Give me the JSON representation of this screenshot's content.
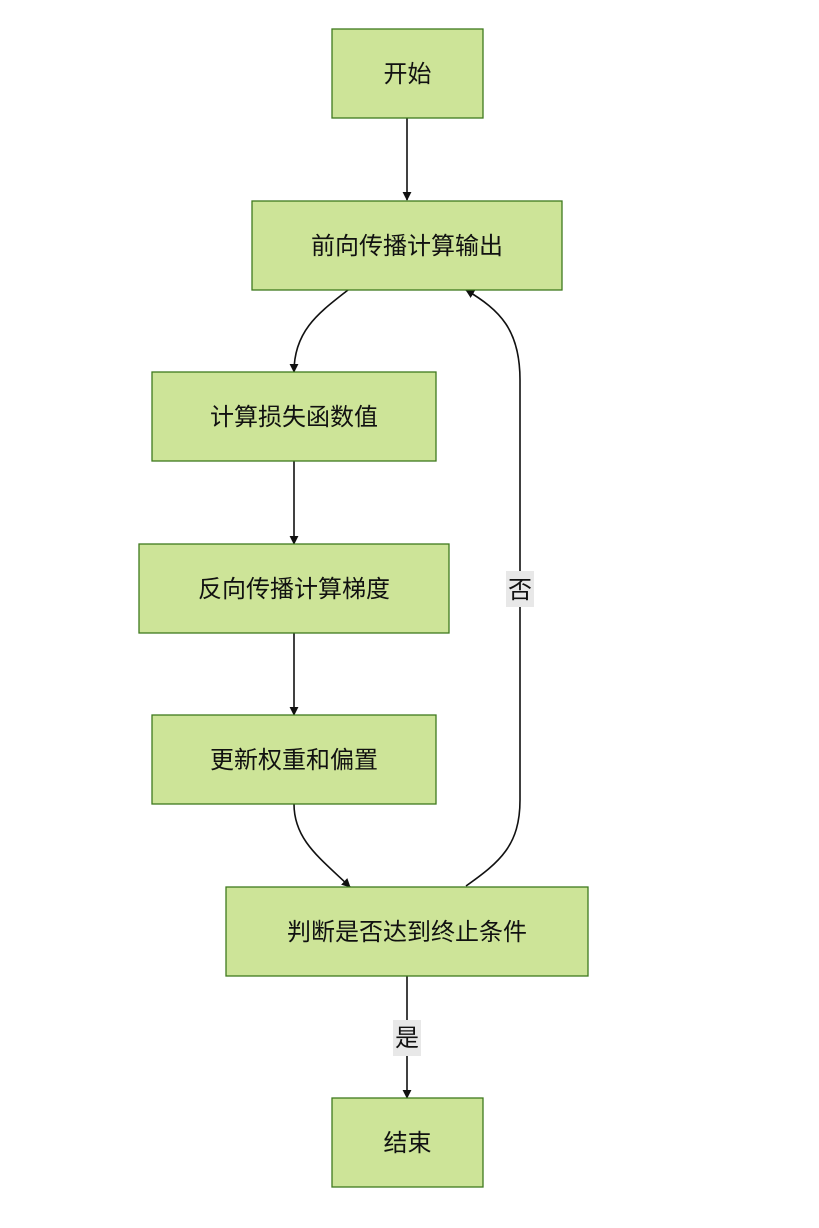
{
  "nodes": {
    "start": "开始",
    "forward": "前向传播计算输出",
    "loss": "计算损失函数值",
    "backward": "反向传播计算梯度",
    "update": "更新权重和偏置",
    "check": "判断是否达到终止条件",
    "end": "结束"
  },
  "edges": {
    "no_label": "否",
    "yes_label": "是"
  },
  "colors": {
    "node_fill": "#cde498",
    "node_border": "#3f7a1e",
    "edge": "#111111",
    "label_bg": "#e8e8e8"
  }
}
